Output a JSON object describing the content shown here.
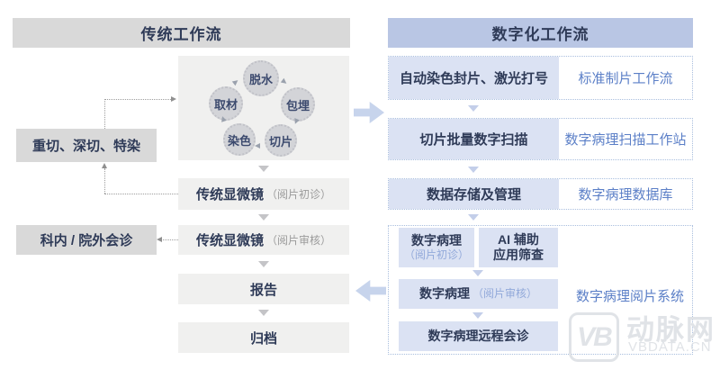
{
  "left": {
    "header": "传统工作流",
    "cycle": [
      "脱水",
      "包埋",
      "切片",
      "染色",
      "取材"
    ],
    "recut_box": "重切、深切、特染",
    "consult_box": "科内 / 院外会诊",
    "steps": [
      {
        "main": "传统显微镜",
        "sub": "（阅片初诊）"
      },
      {
        "main": "传统显微镜",
        "sub": "（阅片审核）"
      },
      {
        "main": "报告"
      },
      {
        "main": "归档"
      }
    ]
  },
  "right": {
    "header": "数字化工作流",
    "rows": [
      {
        "step": "自动染色封片、激光打号",
        "label": "标准制片工作流"
      },
      {
        "step": "切片批量数字扫描",
        "label": "数字病理扫描工作站"
      },
      {
        "step": "数据存储及管理",
        "label": "数字病理数据库"
      }
    ],
    "group": {
      "primary_main": "数字病理",
      "primary_sub": "（阅片初诊）",
      "ai_line1": "AI 辅助",
      "ai_line2": "应用筛查",
      "review_main": "数字病理",
      "review_sub": "（阅片审核）",
      "remote": "数字病理远程会诊",
      "label": "数字病理阅片系统"
    }
  },
  "watermark": {
    "logo": "VB",
    "name": "动脉网",
    "domain": "VBDATA.CN"
  },
  "colors": {
    "traditional_header_bg": "#d9d9d9",
    "digital_header_bg": "#b9c6e4",
    "lavender_cell": "#dbe2f3",
    "accent_blue": "#5b7fc7",
    "navy_text": "#2f3b58",
    "light_gray_panel": "#f0f0ef"
  }
}
